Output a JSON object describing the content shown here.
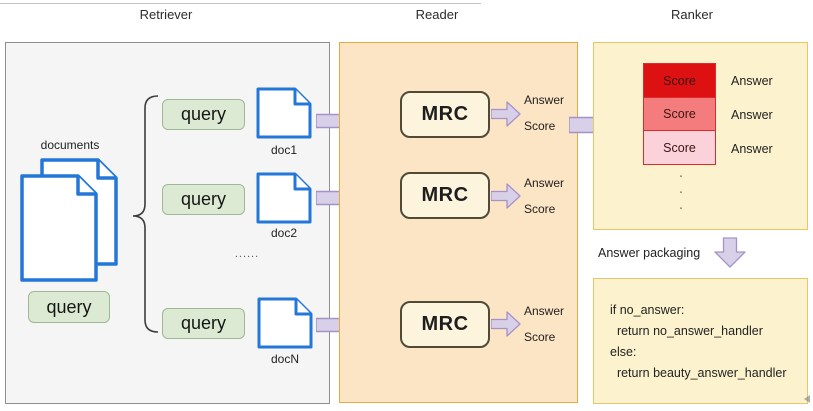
{
  "headers": {
    "retriever": "Retriever",
    "reader": "Reader",
    "ranker": "Ranker"
  },
  "retriever": {
    "documents_label": "documents",
    "main_query_label": "query",
    "ellipsis": "......",
    "rows": [
      {
        "query_label": "query",
        "doc_label": "doc1"
      },
      {
        "query_label": "query",
        "doc_label": "doc2"
      },
      {
        "query_label": "query",
        "doc_label": "docN"
      }
    ]
  },
  "reader": {
    "rows": [
      {
        "box_label": "MRC",
        "answer_label": "Answer",
        "score_label": "Score"
      },
      {
        "box_label": "MRC",
        "answer_label": "Answer",
        "score_label": "Score"
      },
      {
        "box_label": "MRC",
        "answer_label": "Answer",
        "score_label": "Score"
      }
    ]
  },
  "ranker": {
    "score_rows": [
      {
        "score_label": "Score",
        "answer_label": "Answer",
        "color": "#dd1111"
      },
      {
        "score_label": "Score",
        "answer_label": "Answer",
        "color": "#f57c7c"
      },
      {
        "score_label": "Score",
        "answer_label": "Answer",
        "color": "#fbd2d9"
      }
    ],
    "dots": [
      "·",
      "·",
      "·"
    ],
    "packaging_label": "Answer packaging",
    "code_lines": [
      "if no_answer:",
      "  return no_answer_handler",
      "else:",
      "  return beauty_answer_handler"
    ]
  },
  "colors": {
    "retriever_panel_bg": "#f5f5f6",
    "retriever_panel_border": "#8f8f8f",
    "reader_panel_bg": "#fbe5c5",
    "reader_panel_border": "#e8a93f",
    "ranker_panel_bg": "#fcf3ce",
    "ranker_panel_border": "#e2c86a",
    "query_box_bg": "#dcead3",
    "query_box_border": "#9fb796",
    "doc_icon_stroke": "#2377d9",
    "arrow_fill": "#d8cfe9",
    "arrow_stroke": "#a493c6",
    "mrc_box_bg": "#fcf4dd",
    "mrc_box_border": "#504a39",
    "score_border": "#dd2b2b"
  }
}
